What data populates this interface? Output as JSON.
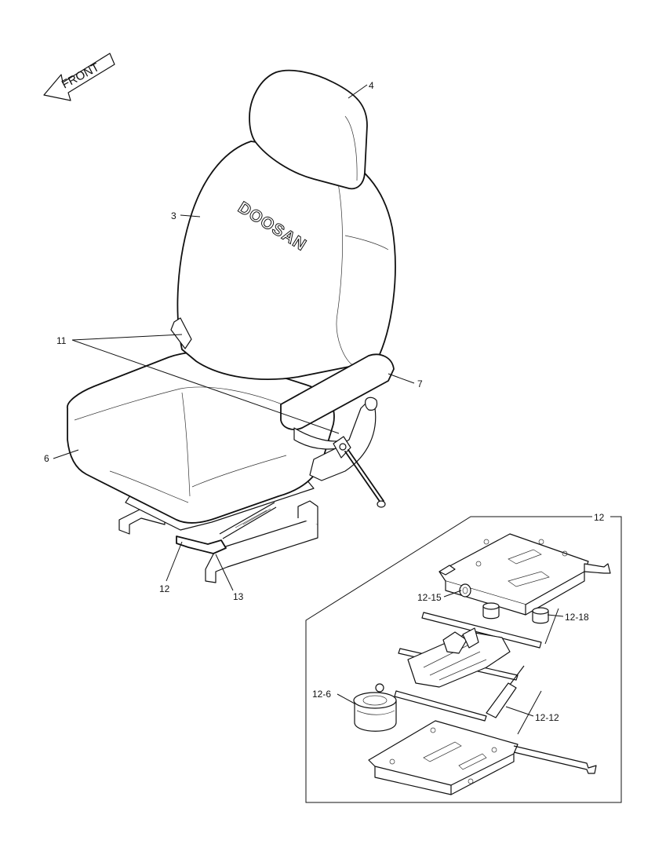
{
  "direction": {
    "label": "FRONT",
    "icon": "front-arrow-icon"
  },
  "logo": {
    "text": "DOOSAN"
  },
  "callouts": {
    "headrest": "4",
    "backrest": "3",
    "belt": "11",
    "armrest": "7",
    "cushion": "6",
    "slide_rail": "12",
    "lever": "13",
    "suspension_group": "12",
    "knob": "12-15",
    "damper_pad": "12-18",
    "air_spring": "12-6",
    "shock_absorber": "12-12"
  }
}
